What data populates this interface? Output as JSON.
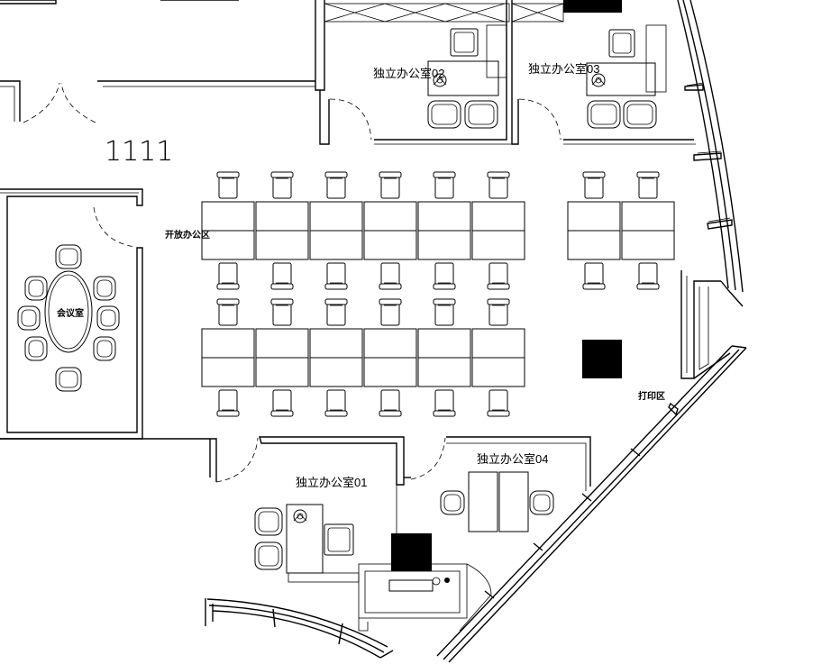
{
  "colors": {
    "line": "#000000",
    "background": "#ffffff"
  },
  "labels": {
    "room_number": "1111",
    "office_02": "独立办公室02",
    "office_03": "独立办公室03",
    "office_01": "独立办公室01",
    "office_04": "独立办公室04",
    "open_office": "开放办公区",
    "meeting_room": "会议室",
    "print_area": "打印区"
  }
}
